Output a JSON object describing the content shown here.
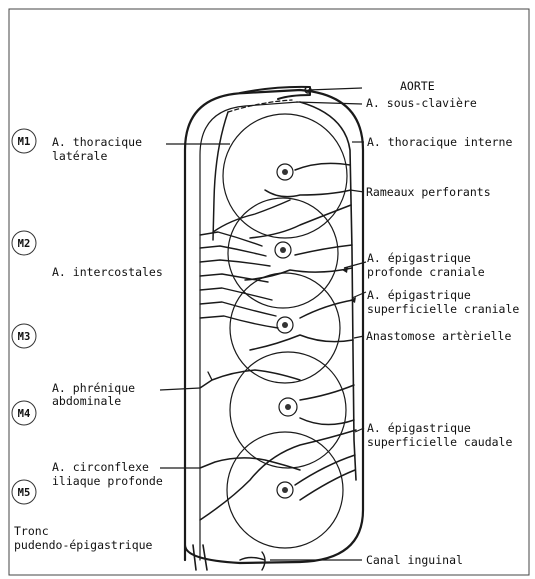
{
  "labels": {
    "aorte": "AORTE",
    "sous_claviere": "A. sous-clavière",
    "thoracique_laterale_1": "A. thoracique",
    "thoracique_laterale_2": "latérale",
    "thoracique_interne": "A. thoracique interne",
    "rameaux_perforants": "Rameaux perforants",
    "intercostales": "A. intercostales",
    "epi_prof_cran_1": "A. épigastrique",
    "epi_prof_cran_2": "profonde craniale",
    "epi_sup_cran_1": "A. épigastrique",
    "epi_sup_cran_2": "superficielle craniale",
    "anastomose": "Anastomose artèrielle",
    "phrenique_1": "A. phrénique",
    "phrenique_2": "abdominale",
    "epi_sup_caud_1": "A. épigastrique",
    "epi_sup_caud_2": "superficielle caudale",
    "circonflexe_1": "A. circonflexe",
    "circonflexe_2": "iliaque profonde",
    "tronc_1": "Tronc",
    "tronc_2": "pudendo-épigastrique",
    "canal_inguinal": "Canal inguinal"
  },
  "mammae": [
    "M1",
    "M2",
    "M3",
    "M4",
    "M5"
  ]
}
